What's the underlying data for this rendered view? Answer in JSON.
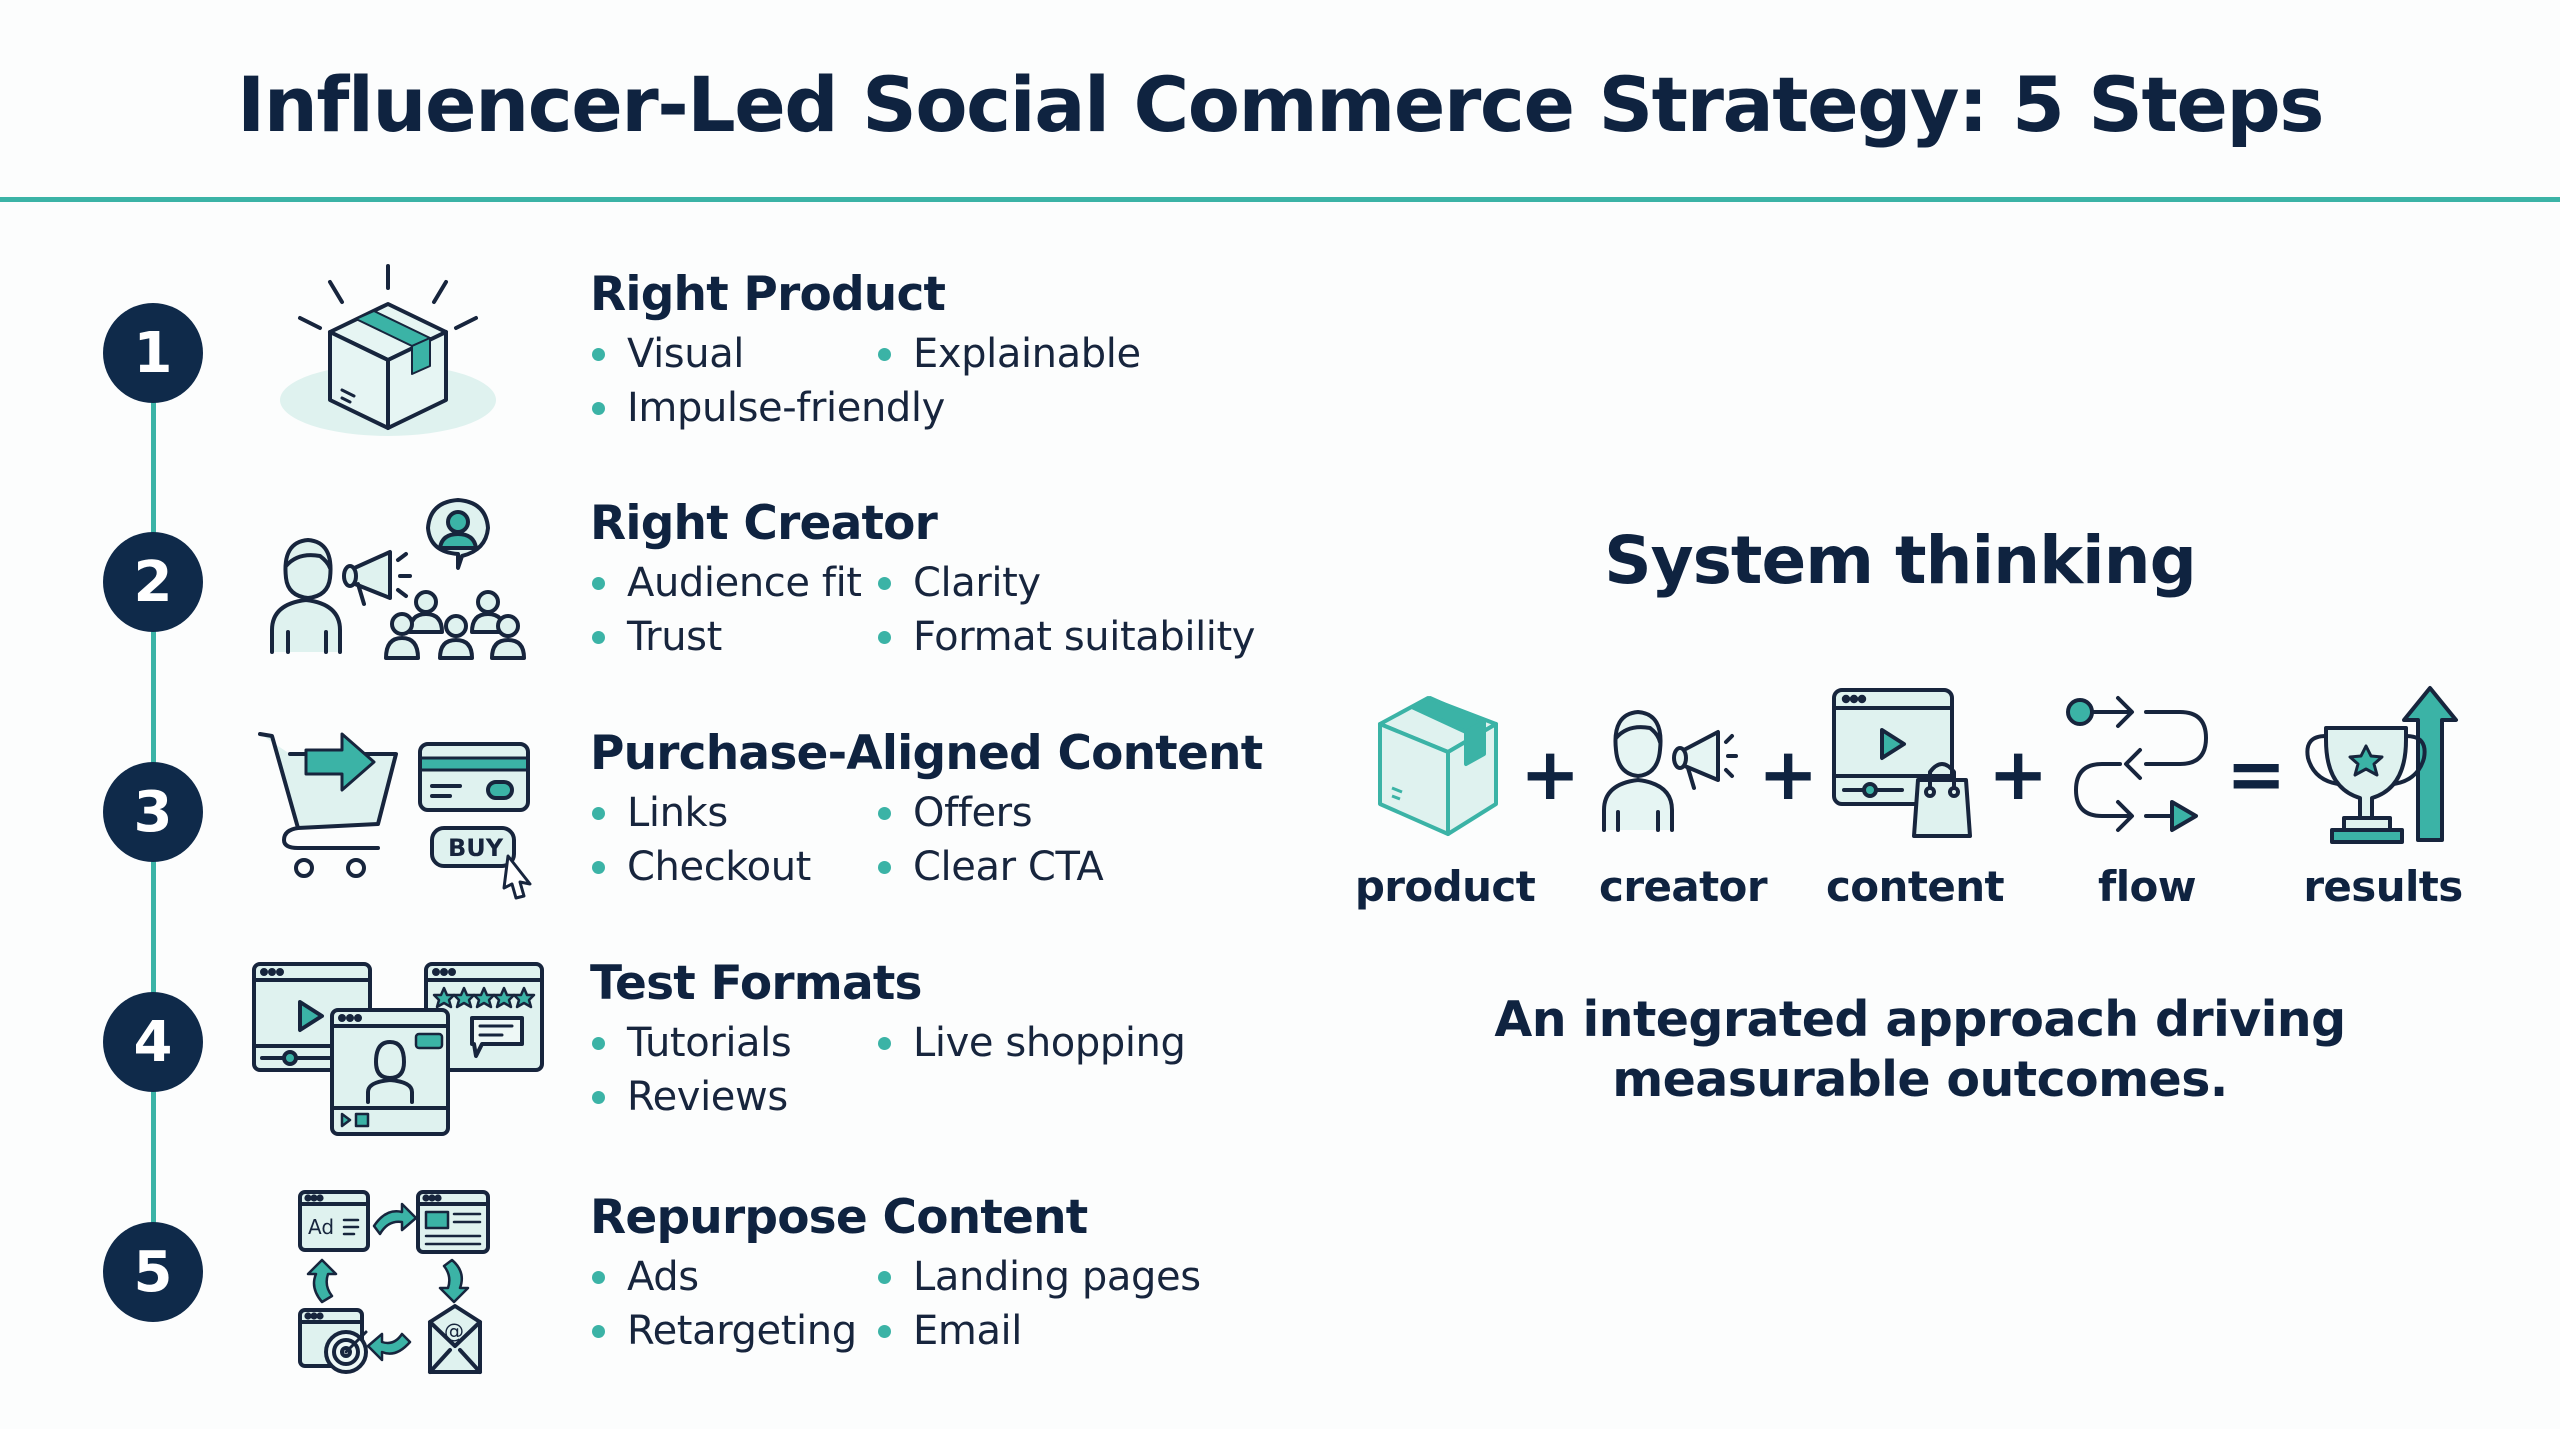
{
  "header": {
    "title": "Influencer-Led Social Commerce Strategy: 5 Steps"
  },
  "colors": {
    "accent_teal": "#3bb3a6",
    "navy": "#0f2a4a",
    "icon_fill": "#dff2ef",
    "background": "#fcfdfd"
  },
  "steps": [
    {
      "number": "1",
      "title": "Right Product",
      "icon": "shining-box-icon",
      "bullets": [
        "Visual",
        "Explainable",
        "Impulse-friendly"
      ]
    },
    {
      "number": "2",
      "title": "Right Creator",
      "icon": "creator-megaphone-audience-icon",
      "bullets": [
        "Audience fit",
        "Clarity",
        "Trust",
        "Format suitability"
      ]
    },
    {
      "number": "3",
      "title": "Purchase-Aligned Content",
      "icon": "cart-card-buy-icon",
      "buy_label": "BUY",
      "bullets": [
        "Links",
        "Offers",
        "Checkout",
        "Clear CTA"
      ]
    },
    {
      "number": "4",
      "title": "Test Formats",
      "icon": "video-review-live-windows-icon",
      "bullets": [
        "Tutorials",
        "Live shopping",
        "Reviews"
      ]
    },
    {
      "number": "5",
      "title": "Repurpose Content",
      "icon": "repurpose-cycle-icon",
      "ad_label": "Ad",
      "bullets": [
        "Ads",
        "Landing pages",
        "Retargeting",
        "Email"
      ]
    }
  ],
  "system": {
    "title": "System thinking",
    "items": [
      {
        "label": "product",
        "icon": "box-icon"
      },
      {
        "label": "creator",
        "icon": "creator-megaphone-icon"
      },
      {
        "label": "content",
        "icon": "video-shopping-bag-icon"
      },
      {
        "label": "flow",
        "icon": "flow-arrows-icon"
      },
      {
        "label": "results",
        "icon": "trophy-arrow-icon"
      }
    ],
    "operators": [
      "+",
      "+",
      "+",
      "="
    ],
    "tagline_line1": "An integrated approach driving",
    "tagline_line2": "measurable outcomes."
  }
}
